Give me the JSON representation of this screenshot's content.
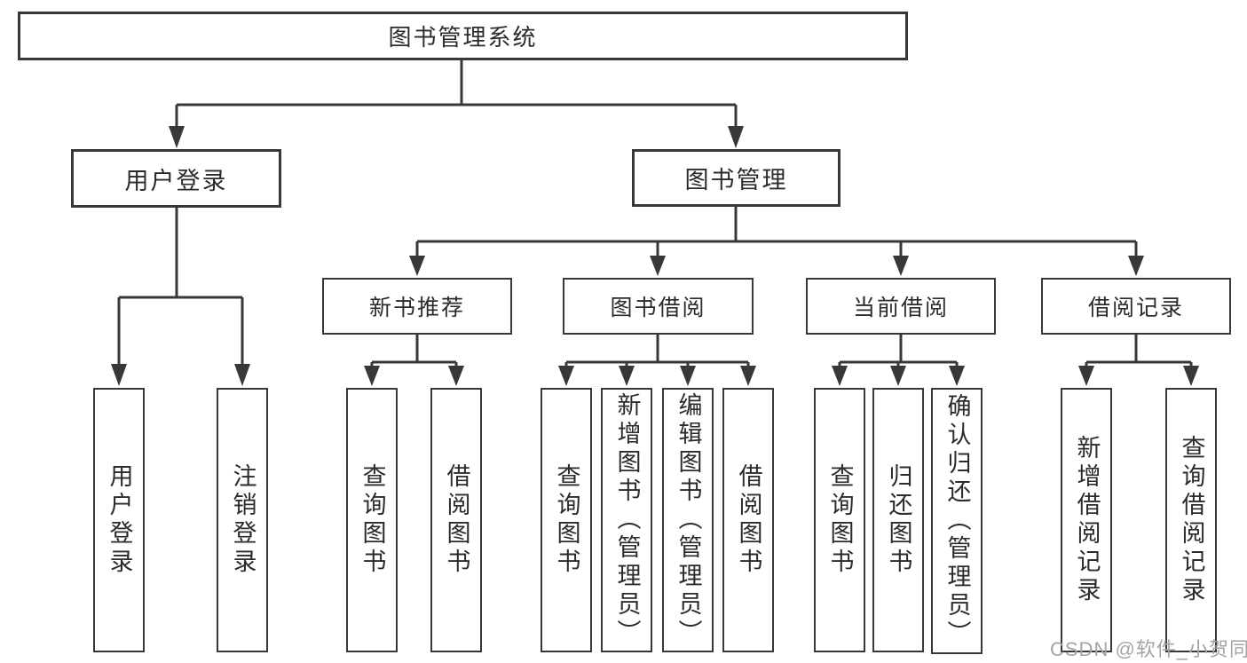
{
  "diagram": {
    "root": {
      "label": "图书管理系统"
    },
    "user_login": {
      "label": "用户登录",
      "children": {
        "login": {
          "label": "用户登录"
        },
        "logout": {
          "label": "注销登录"
        }
      }
    },
    "book_mgmt": {
      "label": "图书管理",
      "children": {
        "new_books": {
          "label": "新书推荐",
          "children": {
            "query": {
              "label": "查询图书"
            },
            "borrow": {
              "label": "借阅图书"
            }
          }
        },
        "book_borrow": {
          "label": "图书借阅",
          "children": {
            "query": {
              "label": "查询图书"
            },
            "add": {
              "label": "新增图书（管理员）"
            },
            "edit": {
              "label": "编辑图书（管理员）"
            },
            "borrow": {
              "label": "借阅图书"
            }
          }
        },
        "current_borrow": {
          "label": "当前借阅",
          "children": {
            "query": {
              "label": "查询图书"
            },
            "return": {
              "label": "归还图书"
            },
            "confirm": {
              "label": "确认归还（管理员）"
            }
          }
        },
        "borrow_records": {
          "label": "借阅记录",
          "children": {
            "add": {
              "label": "新增借阅记录"
            },
            "query": {
              "label": "查询借阅记录"
            }
          }
        }
      }
    }
  },
  "watermark": {
    "text": "CSDN @软件_小贺同学"
  },
  "colors": {
    "line": "#383838",
    "text": "#2b2b2b",
    "watermark": "#a8a3a3"
  }
}
